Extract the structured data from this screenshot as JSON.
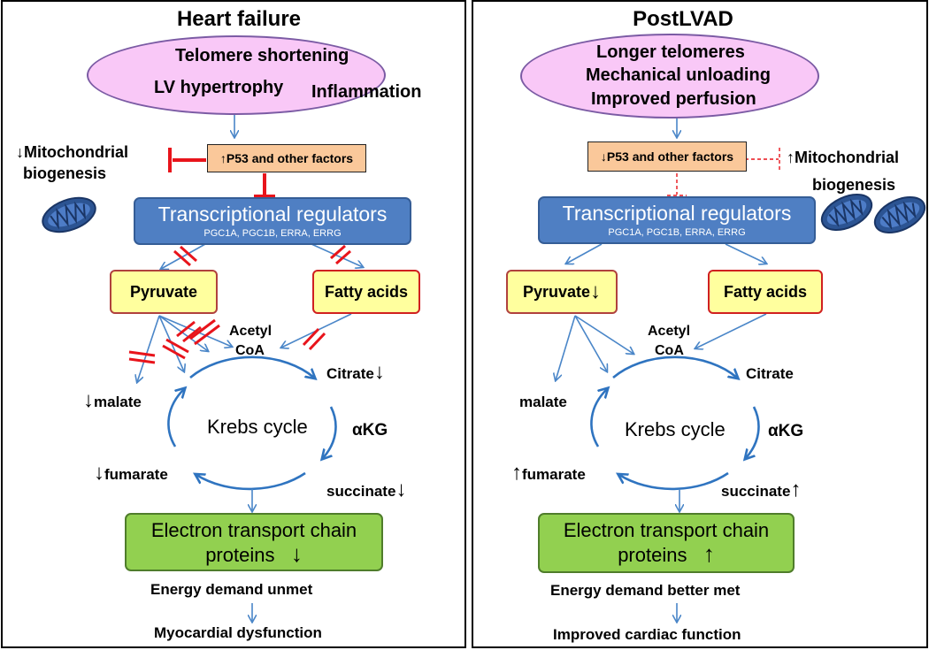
{
  "left": {
    "title": "Heart failure",
    "causes": [
      "Telomere shortening",
      "LV hypertrophy",
      "Inflammation"
    ],
    "p53_box": "↑P53 and other factors",
    "mito_label_line1": "↓Mitochondrial",
    "mito_label_line2": "biogenesis",
    "treg_title": "Transcriptional regulators",
    "treg_genes": "PGC1A, PGC1B, ERRA, ERRG",
    "pyruvate": "Pyruvate",
    "fatty_acids": "Fatty acids",
    "acetyl": "Acetyl",
    "coa": "CoA",
    "citrate": "Citrate",
    "citrate_arrow": "↓",
    "malate": "malate",
    "malate_arrow": "↓",
    "akg": "αKG",
    "krebs": "Krebs cycle",
    "fumarate": "fumarate",
    "fumarate_arrow": "↓",
    "succinate": "succinate",
    "succinate_arrow": "↓",
    "etc_line1": "Electron transport chain",
    "etc_line2": "proteins",
    "etc_arrow": "↓",
    "energy": "Energy demand unmet",
    "outcome": "Myocardial dysfunction"
  },
  "right": {
    "title": "PostLVAD",
    "causes": [
      "Longer telomeres",
      "Mechanical unloading",
      "Improved perfusion"
    ],
    "p53_box": "↓P53 and other factors",
    "mito_label_line1": "↑Mitochondrial",
    "mito_label_line2": "biogenesis",
    "treg_title": "Transcriptional regulators",
    "treg_genes": "PGC1A, PGC1B, ERRA, ERRG",
    "pyruvate": "Pyruvate",
    "pyruvate_arrow": "↓",
    "fatty_acids": "Fatty acids",
    "acetyl": "Acetyl",
    "coa": "CoA",
    "citrate": "Citrate",
    "malate": "malate",
    "akg": "αKG",
    "krebs": "Krebs cycle",
    "fumarate": "fumarate",
    "fumarate_arrow": "↑",
    "succinate": "succinate",
    "succinate_arrow": "↑",
    "etc_line1": "Electron transport chain",
    "etc_line2": "proteins",
    "etc_arrow": "↑",
    "energy": "Energy demand better met",
    "outcome": "Improved cardiac function"
  },
  "colors": {
    "ellipse_fill": "#f9c8f7",
    "p53_fill": "#fac89a",
    "treg_fill": "#4f7fc3",
    "metabolite_fill": "#ffff9e",
    "etc_fill": "#92d050",
    "arrow_blue": "#4a86c8",
    "inhibit_red": "#e8141b"
  },
  "icons": [
    "mitochondrion-icon"
  ]
}
